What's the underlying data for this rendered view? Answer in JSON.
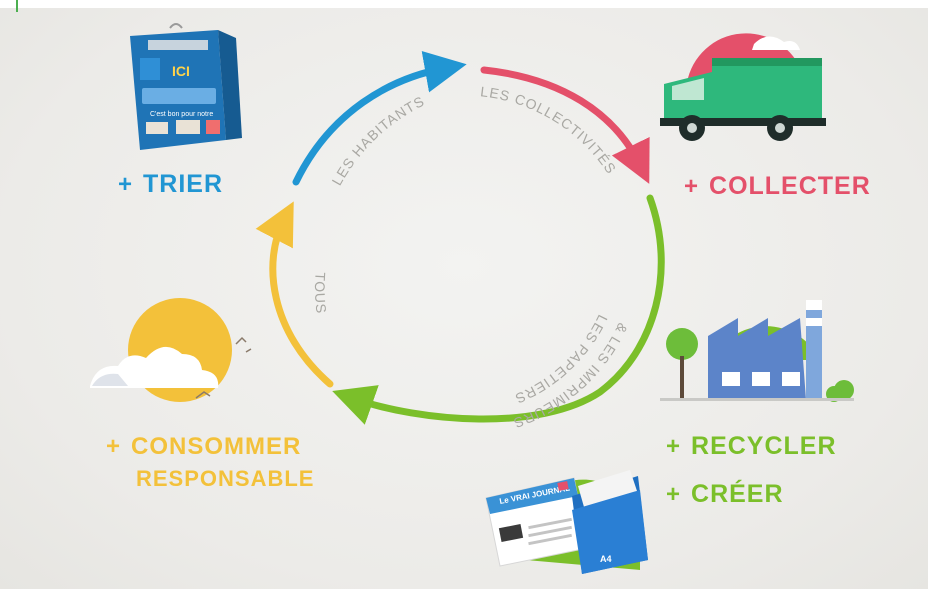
{
  "colors": {
    "trier": "#2196d3",
    "collecter": "#e4506a",
    "recycler": "#7bbf2a",
    "consommer": "#f3c13a",
    "arc_label": "#a9a8a3"
  },
  "steps": {
    "trier": "TRIER",
    "collecter": "COLLECTER",
    "recycler": "RECYCLER",
    "creer": "CRÉER",
    "consommer_line1": "CONSOMMER",
    "consommer_line2": "RESPONSABLE",
    "plus": "+"
  },
  "arc_labels": {
    "habitants": "LES HABITANTS",
    "collectivites": "LES COLLECTIVITÉS",
    "papetiers_line1": "LES PAPETIERS",
    "papetiers_line2": "& LES IMPRIMEURS",
    "tous": "TOUS"
  },
  "illustrations": {
    "bin_sign_main": "ICI",
    "bin_sign_sub": "C'est bon pour notre",
    "newspaper_title": "Le VRAI JOURNAL",
    "folder_label": "A4"
  },
  "icons": {
    "bin": "recycling-bin-icon",
    "truck": "garbage-truck-icon",
    "factory": "factory-icon",
    "sun": "sun-icon",
    "newspaper": "newspaper-icon",
    "folder": "folder-icon"
  }
}
